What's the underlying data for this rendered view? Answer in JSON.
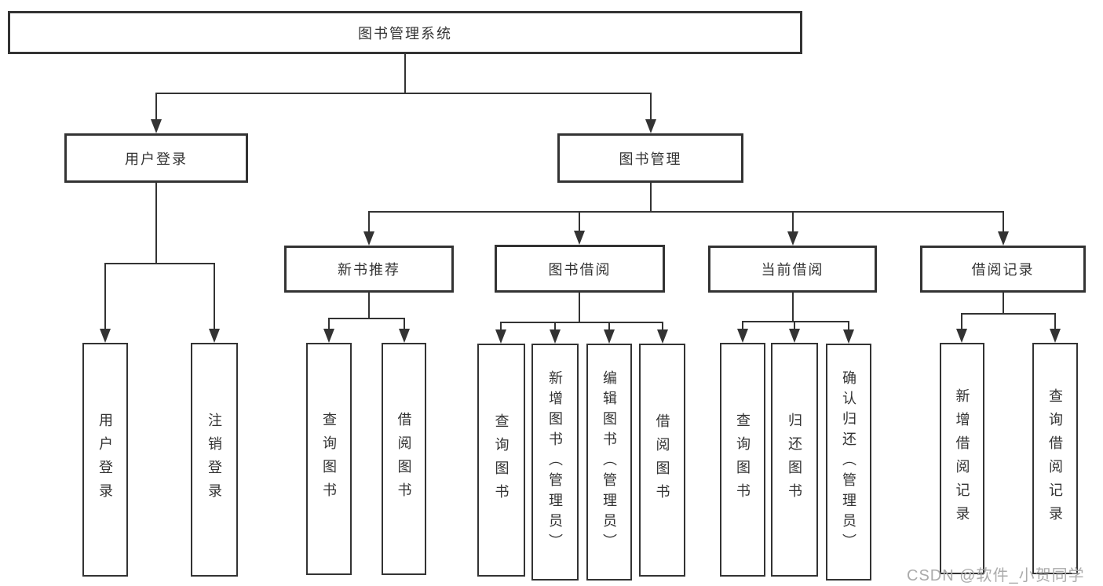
{
  "tree": {
    "label": "图书管理系统",
    "children": [
      {
        "label": "用户登录",
        "children": [
          {
            "label": "用户登录"
          },
          {
            "label": "注销登录"
          }
        ]
      },
      {
        "label": "图书管理",
        "children": [
          {
            "label": "新书推荐",
            "children": [
              {
                "label": "查询图书"
              },
              {
                "label": "借阅图书"
              }
            ]
          },
          {
            "label": "图书借阅",
            "children": [
              {
                "label": "查询图书"
              },
              {
                "label": "新增图书（管理员）"
              },
              {
                "label": "编辑图书（管理员）"
              },
              {
                "label": "借阅图书"
              }
            ]
          },
          {
            "label": "当前借阅",
            "children": [
              {
                "label": "查询图书"
              },
              {
                "label": "归还图书"
              },
              {
                "label": "确认归还（管理员）"
              }
            ]
          },
          {
            "label": "借阅记录",
            "children": [
              {
                "label": "新增借阅记录"
              },
              {
                "label": "查询借阅记录"
              }
            ]
          }
        ]
      }
    ]
  },
  "watermark": {
    "text": "CSDN @软件_小贺同学"
  },
  "colors": {
    "line": "#333333",
    "text": "#333333",
    "box_background": "#ffffff",
    "watermark": "#ababab",
    "page_background": "#ffffff"
  }
}
